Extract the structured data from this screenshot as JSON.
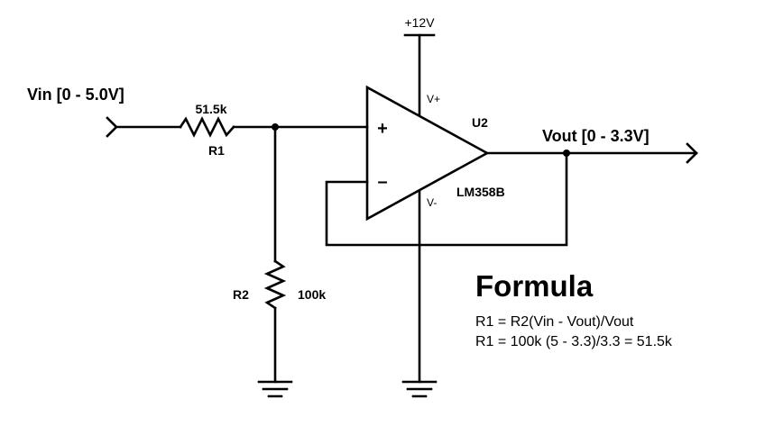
{
  "schematic": {
    "supply_label": "+12V",
    "input_label": "Vin [0 - 5.0V]",
    "output_label": "Vout  [0 - 3.3V]",
    "r1": {
      "ref": "R1",
      "value": "51.5k"
    },
    "r2": {
      "ref": "R2",
      "value": "100k"
    },
    "opamp": {
      "ref": "U2",
      "part": "LM358B",
      "vplus_pin": "V+",
      "vminus_pin": "V-",
      "plus_sign": "+",
      "minus_sign": "–"
    }
  },
  "formula": {
    "title": "Formula",
    "line1": "R1 = R2(Vin -  Vout)/Vout",
    "line2": "R1 = 100k (5 -  3.3)/3.3 = 51.5k"
  }
}
